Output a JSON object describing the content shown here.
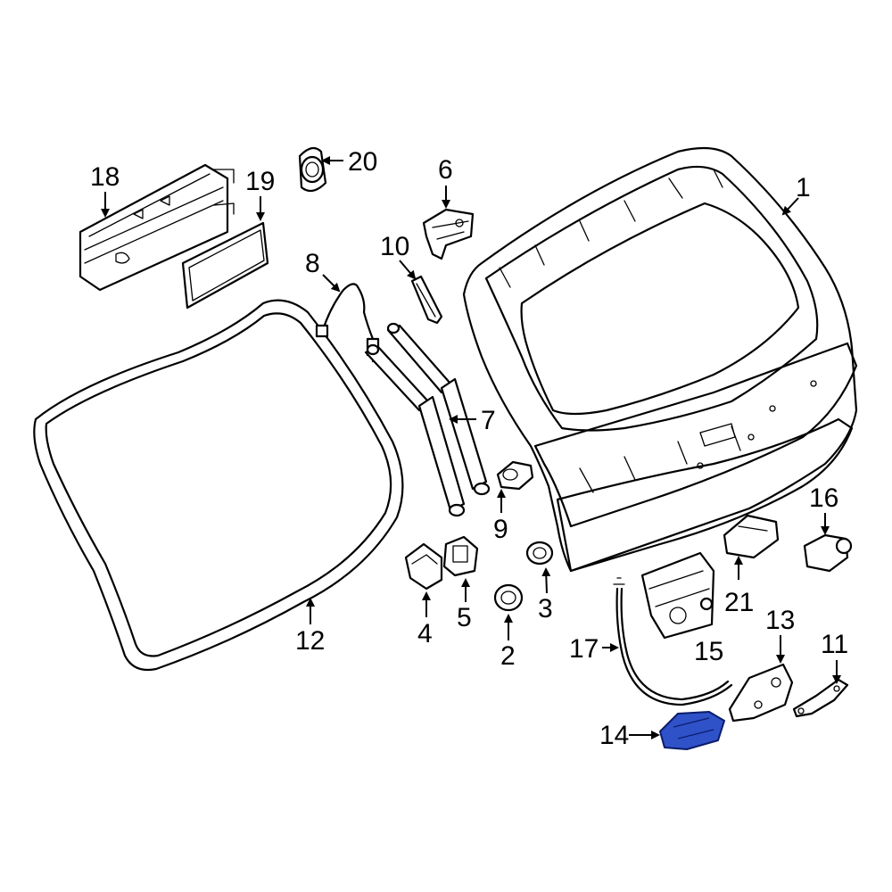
{
  "diagram": {
    "callouts": [
      {
        "id": "1",
        "label": "1"
      },
      {
        "id": "2",
        "label": "2"
      },
      {
        "id": "3",
        "label": "3"
      },
      {
        "id": "4",
        "label": "4"
      },
      {
        "id": "5",
        "label": "5"
      },
      {
        "id": "6",
        "label": "6"
      },
      {
        "id": "7",
        "label": "7"
      },
      {
        "id": "8",
        "label": "8"
      },
      {
        "id": "9",
        "label": "9"
      },
      {
        "id": "10",
        "label": "10"
      },
      {
        "id": "11",
        "label": "11"
      },
      {
        "id": "12",
        "label": "12"
      },
      {
        "id": "13",
        "label": "13"
      },
      {
        "id": "14",
        "label": "14"
      },
      {
        "id": "15",
        "label": "15"
      },
      {
        "id": "16",
        "label": "16"
      },
      {
        "id": "17",
        "label": "17"
      },
      {
        "id": "18",
        "label": "18"
      },
      {
        "id": "19",
        "label": "19"
      },
      {
        "id": "20",
        "label": "20"
      },
      {
        "id": "21",
        "label": "21"
      }
    ],
    "highlighted_part": "14",
    "colors": {
      "line": "#000000",
      "background": "#ffffff",
      "highlight": "#2f52c9"
    }
  }
}
